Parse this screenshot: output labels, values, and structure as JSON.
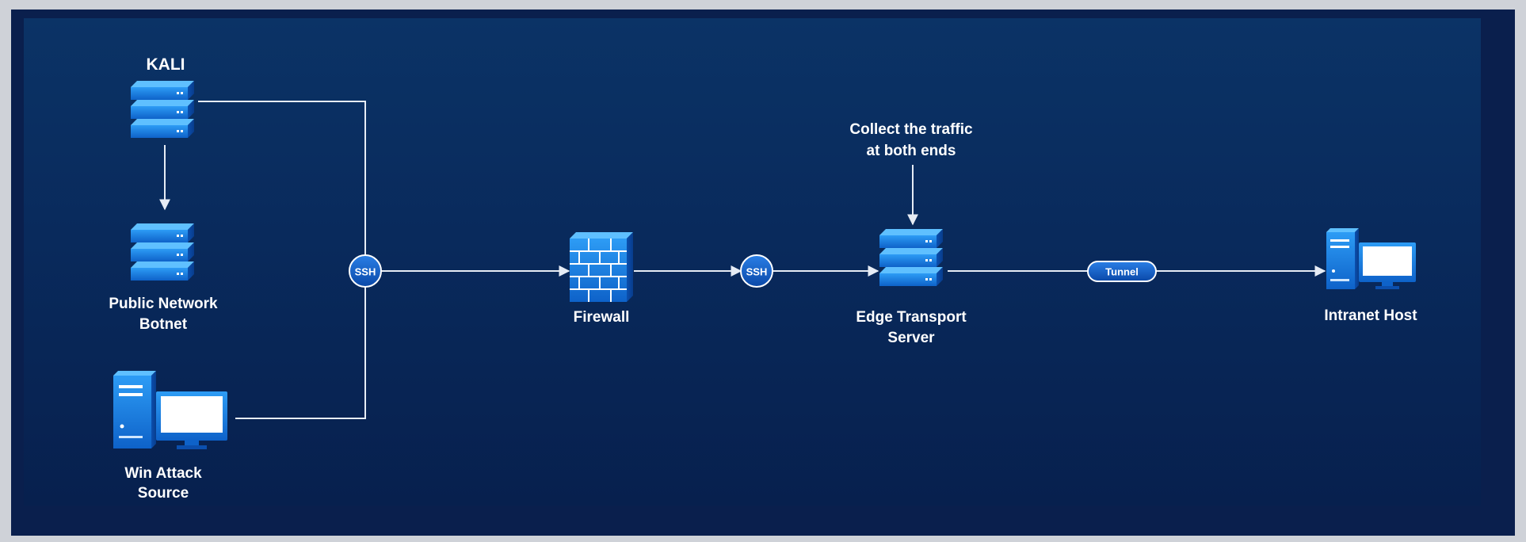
{
  "nodes": {
    "kali": {
      "label": "KALI"
    },
    "botnet": {
      "label_line1": "Public Network",
      "label_line2": "Botnet"
    },
    "win_source": {
      "label_line1": "Win Attack",
      "label_line2": "Source"
    },
    "firewall": {
      "label": "Firewall"
    },
    "edge_server": {
      "label_line1": "Edge Transport",
      "label_line2": "Server"
    },
    "intranet_host": {
      "label": "Intranet Host"
    }
  },
  "annotation": {
    "line1": "Collect the traffic",
    "line2": "at both ends"
  },
  "badges": {
    "ssh_left": "SSH",
    "ssh_right": "SSH",
    "tunnel": "Tunnel"
  },
  "colors": {
    "background": "#0a1f4d",
    "panel": "#0b3366",
    "connector": "#e6ecf5",
    "device": "#1a7fe0",
    "badge": "#0d55b8"
  }
}
